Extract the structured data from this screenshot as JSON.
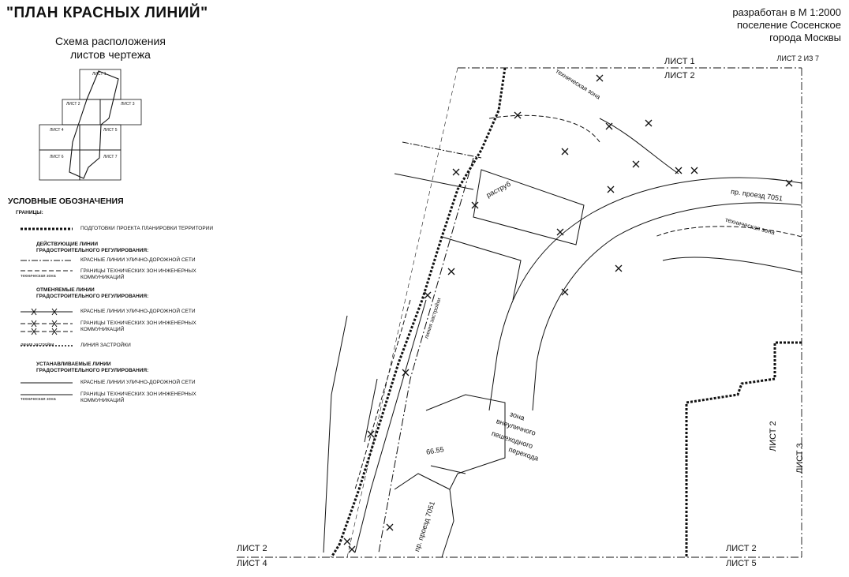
{
  "title": "\"ПЛАН КРАСНЫХ ЛИНИЙ\"",
  "scheme": {
    "title_line1": "Схема расположения",
    "title_line2": "листов чертежа",
    "sheets": [
      "ЛИСТ 1",
      "ЛИСТ 2",
      "ЛИСТ 3",
      "ЛИСТ 4",
      "ЛИСТ 5",
      "ЛИСТ 6",
      "ЛИСТ 7"
    ]
  },
  "header_right": {
    "line1": "разработан в М 1:2000",
    "line2": "поселение Сосенское",
    "line3": "города Москвы",
    "sheet_counter": "ЛИСТ 2 ИЗ 7"
  },
  "legend": {
    "heading": "УСЛОВНЫЕ ОБОЗНАЧЕНИЯ",
    "boundaries_label": "ГРАНИЦЫ:",
    "boundary_project": "ПОДГОТОВКИ ПРОЕКТА ПЛАНИРОВКИ ТЕРРИТОРИИ",
    "existing_heading_1": "ДЕЙСТВУЮЩИЕ ЛИНИИ",
    "existing_heading_2": "ГРАДОСТРОИТЕЛЬНОГО РЕГУЛИРОВАНИЯ:",
    "existing_red_lines": "КРАСНЫЕ ЛИНИИ УЛИЧНО-ДОРОЖНОЙ СЕТИ",
    "existing_tech_1": "ГРАНИЦЫ ТЕХНИЧЕСКИХ ЗОН ИНЖЕНЕРНЫХ",
    "existing_tech_2": "КОММУНИКАЦИЙ",
    "tech_zone_sample": "техническая зона",
    "cancelled_heading_1": "ОТМЕНЯЕМЫЕ ЛИНИИ",
    "cancelled_heading_2": "ГРАДОСТРОИТЕЛЬНОГО РЕГУЛИРОВАНИЯ:",
    "cancelled_red_lines": "КРАСНЫЕ ЛИНИИ УЛИЧНО-ДОРОЖНОЙ СЕТИ",
    "cancelled_tech_1": "ГРАНИЦЫ ТЕХНИЧЕСКИХ ЗОН ИНЖЕНЕРНЫХ",
    "cancelled_tech_2": "КОММУНИКАЦИЙ",
    "building_line_sample": "линия застройки",
    "building_line": "ЛИНИЯ ЗАСТРОЙКИ",
    "new_heading_1": "УСТАНАВЛИВАЕМЫЕ ЛИНИИ",
    "new_heading_2": "ГРАДОСТРОИТЕЛЬНОГО РЕГУЛИРОВАНИЯ:",
    "new_red_lines": "КРАСНЫЕ ЛИНИИ УЛИЧНО-ДОРОЖНОЙ СЕТИ",
    "new_tech_1": "ГРАНИЦЫ ТЕХНИЧЕСКИХ ЗОН ИНЖЕНЕРНЫХ",
    "new_tech_2": "КОММУНИКАЦИЙ"
  },
  "map": {
    "sheet1": "ЛИСТ 1",
    "sheet2_top": "ЛИСТ 2",
    "sheet2_bottom_left": "ЛИСТ 2",
    "sheet4": "ЛИСТ 4",
    "sheet2_bottom_right": "ЛИСТ 2",
    "sheet5": "ЛИСТ 5",
    "sheet2_right": "ЛИСТ 2",
    "sheet3": "ЛИСТ 3",
    "street_label": "пр. проезд 7051",
    "street_label_lower": "пр. проезд 7051",
    "tech_zone_1": "техническая зона",
    "tech_zone_2": "техническая зона",
    "rastrub": "раструб",
    "building_line": "линия застройки",
    "zone_1": "зона",
    "zone_2": "внеуличного",
    "zone_3": "пешеходного",
    "zone_4": "перехода",
    "width_value": "66.55"
  },
  "colors": {
    "ink": "#111111",
    "paper": "#ffffff"
  }
}
